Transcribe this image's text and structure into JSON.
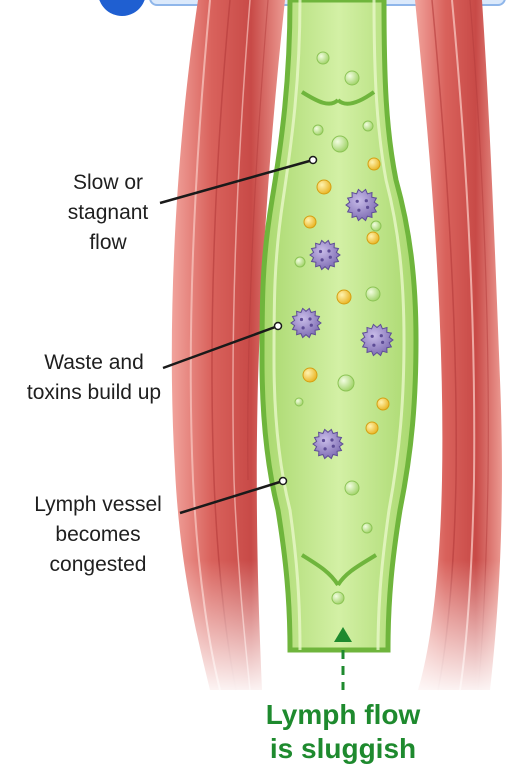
{
  "labels": {
    "stagnant": [
      "Slow or",
      "stagnant",
      "flow"
    ],
    "waste": [
      "Waste and",
      "toxins build up"
    ],
    "vessel": [
      "Lymph vessel",
      "becomes",
      "congested"
    ]
  },
  "caption": [
    "Lymph flow",
    "is sluggish"
  ],
  "colors": {
    "muscle": "#d9625c",
    "vessel_fill": "#bfe58a",
    "vessel_wall": "#7cc04a",
    "cell_purple": "#8f7fbf",
    "particle_yellow": "#f2c531",
    "caption_green": "#1e8a2e"
  },
  "icons": [
    "white-blood-cell-icon",
    "yellow-particle-icon",
    "bubble-icon",
    "flow-up-arrow-icon"
  ]
}
